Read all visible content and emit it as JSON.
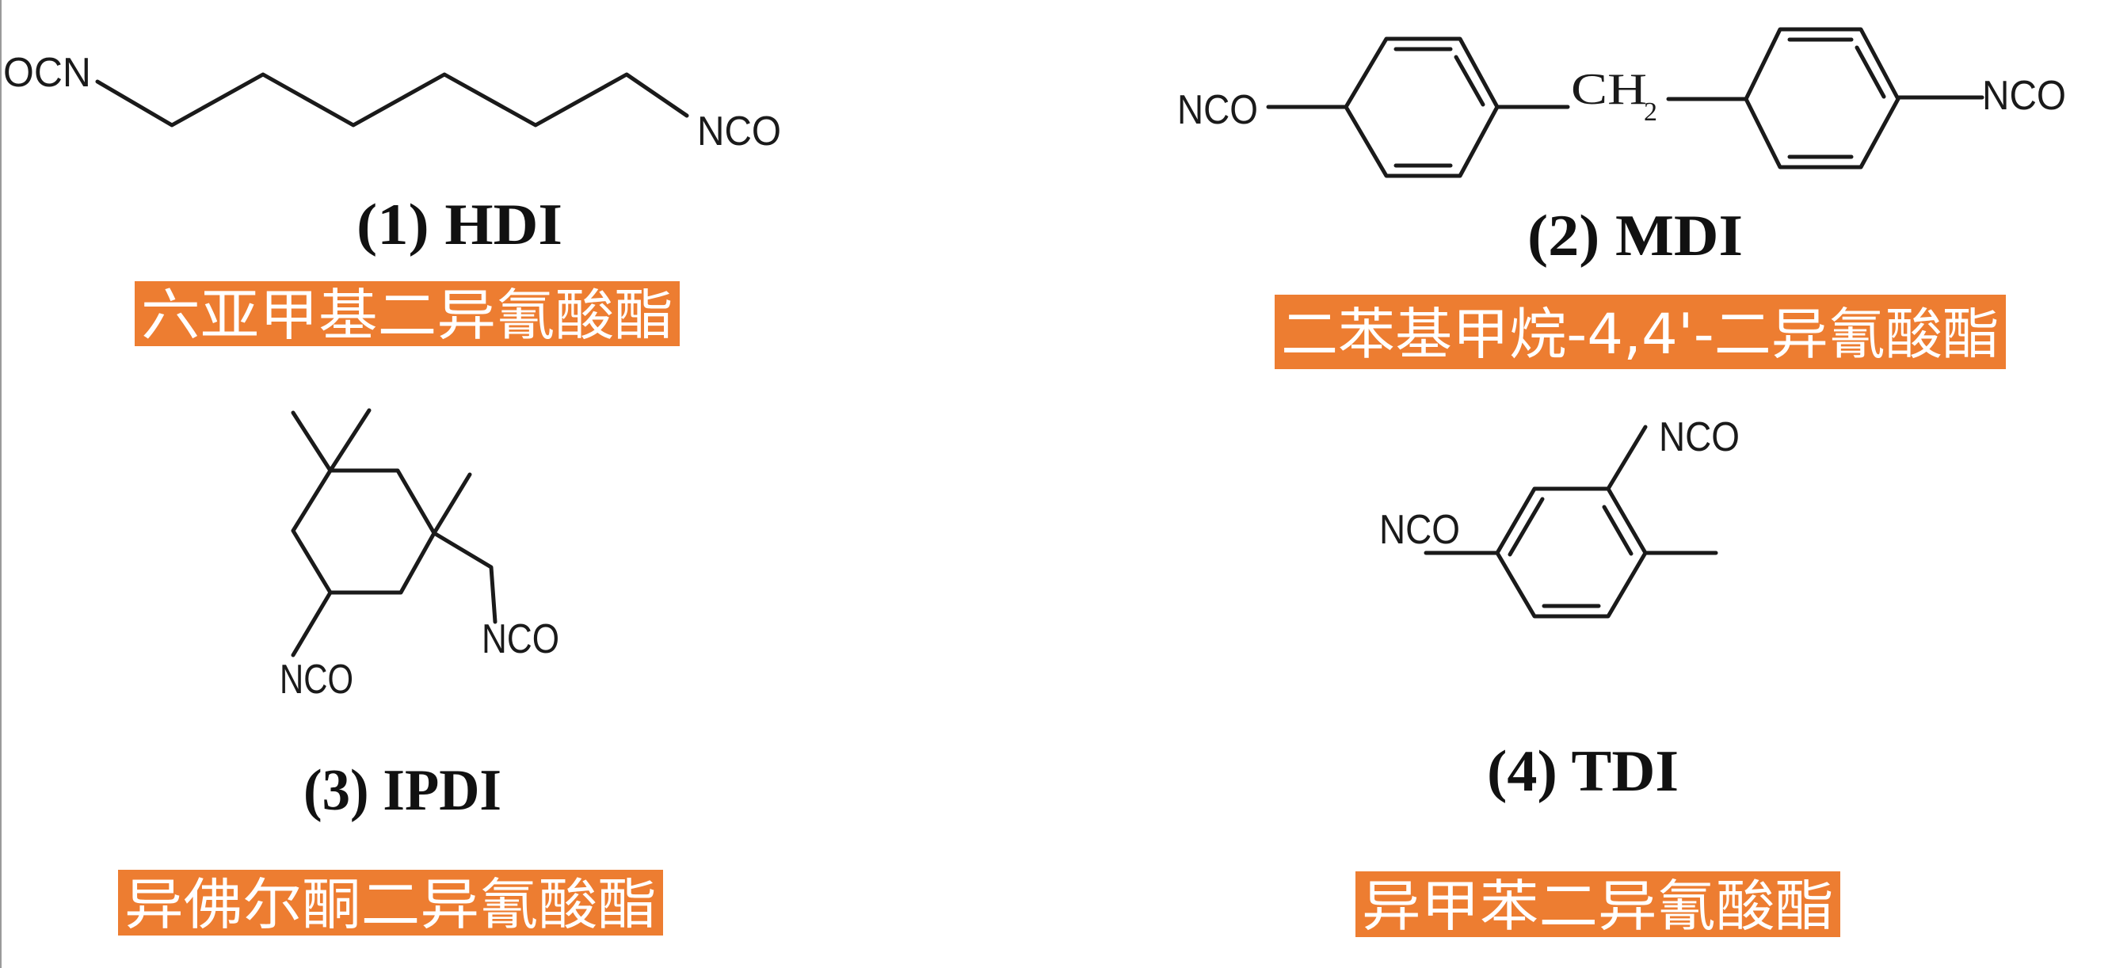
{
  "colors": {
    "label_bg": "#ED7D31",
    "label_text": "#FFFFFF",
    "bond": "#1A1A1A"
  },
  "compounds": [
    {
      "caption": "(1)  HDI",
      "name": "六亚甲基二异氰酸酯",
      "groups": {
        "left": "OCN",
        "right": "NCO"
      }
    },
    {
      "caption": "(2)  MDI",
      "name": "二苯基甲烷-4,4'-二异氰酸酯",
      "groups": {
        "left": "NCO",
        "bridge": "CH",
        "bridge_sub": "2",
        "right": "NCO"
      }
    },
    {
      "caption": "(3)  IPDI",
      "name": "异佛尔酮二异氰酸酯",
      "groups": {
        "ring": "NCO",
        "methylene": "NCO"
      }
    },
    {
      "caption": "(4)  TDI",
      "name": "异甲苯二异氰酸酯",
      "groups": {
        "left": "NCO",
        "top": "NCO"
      }
    }
  ]
}
